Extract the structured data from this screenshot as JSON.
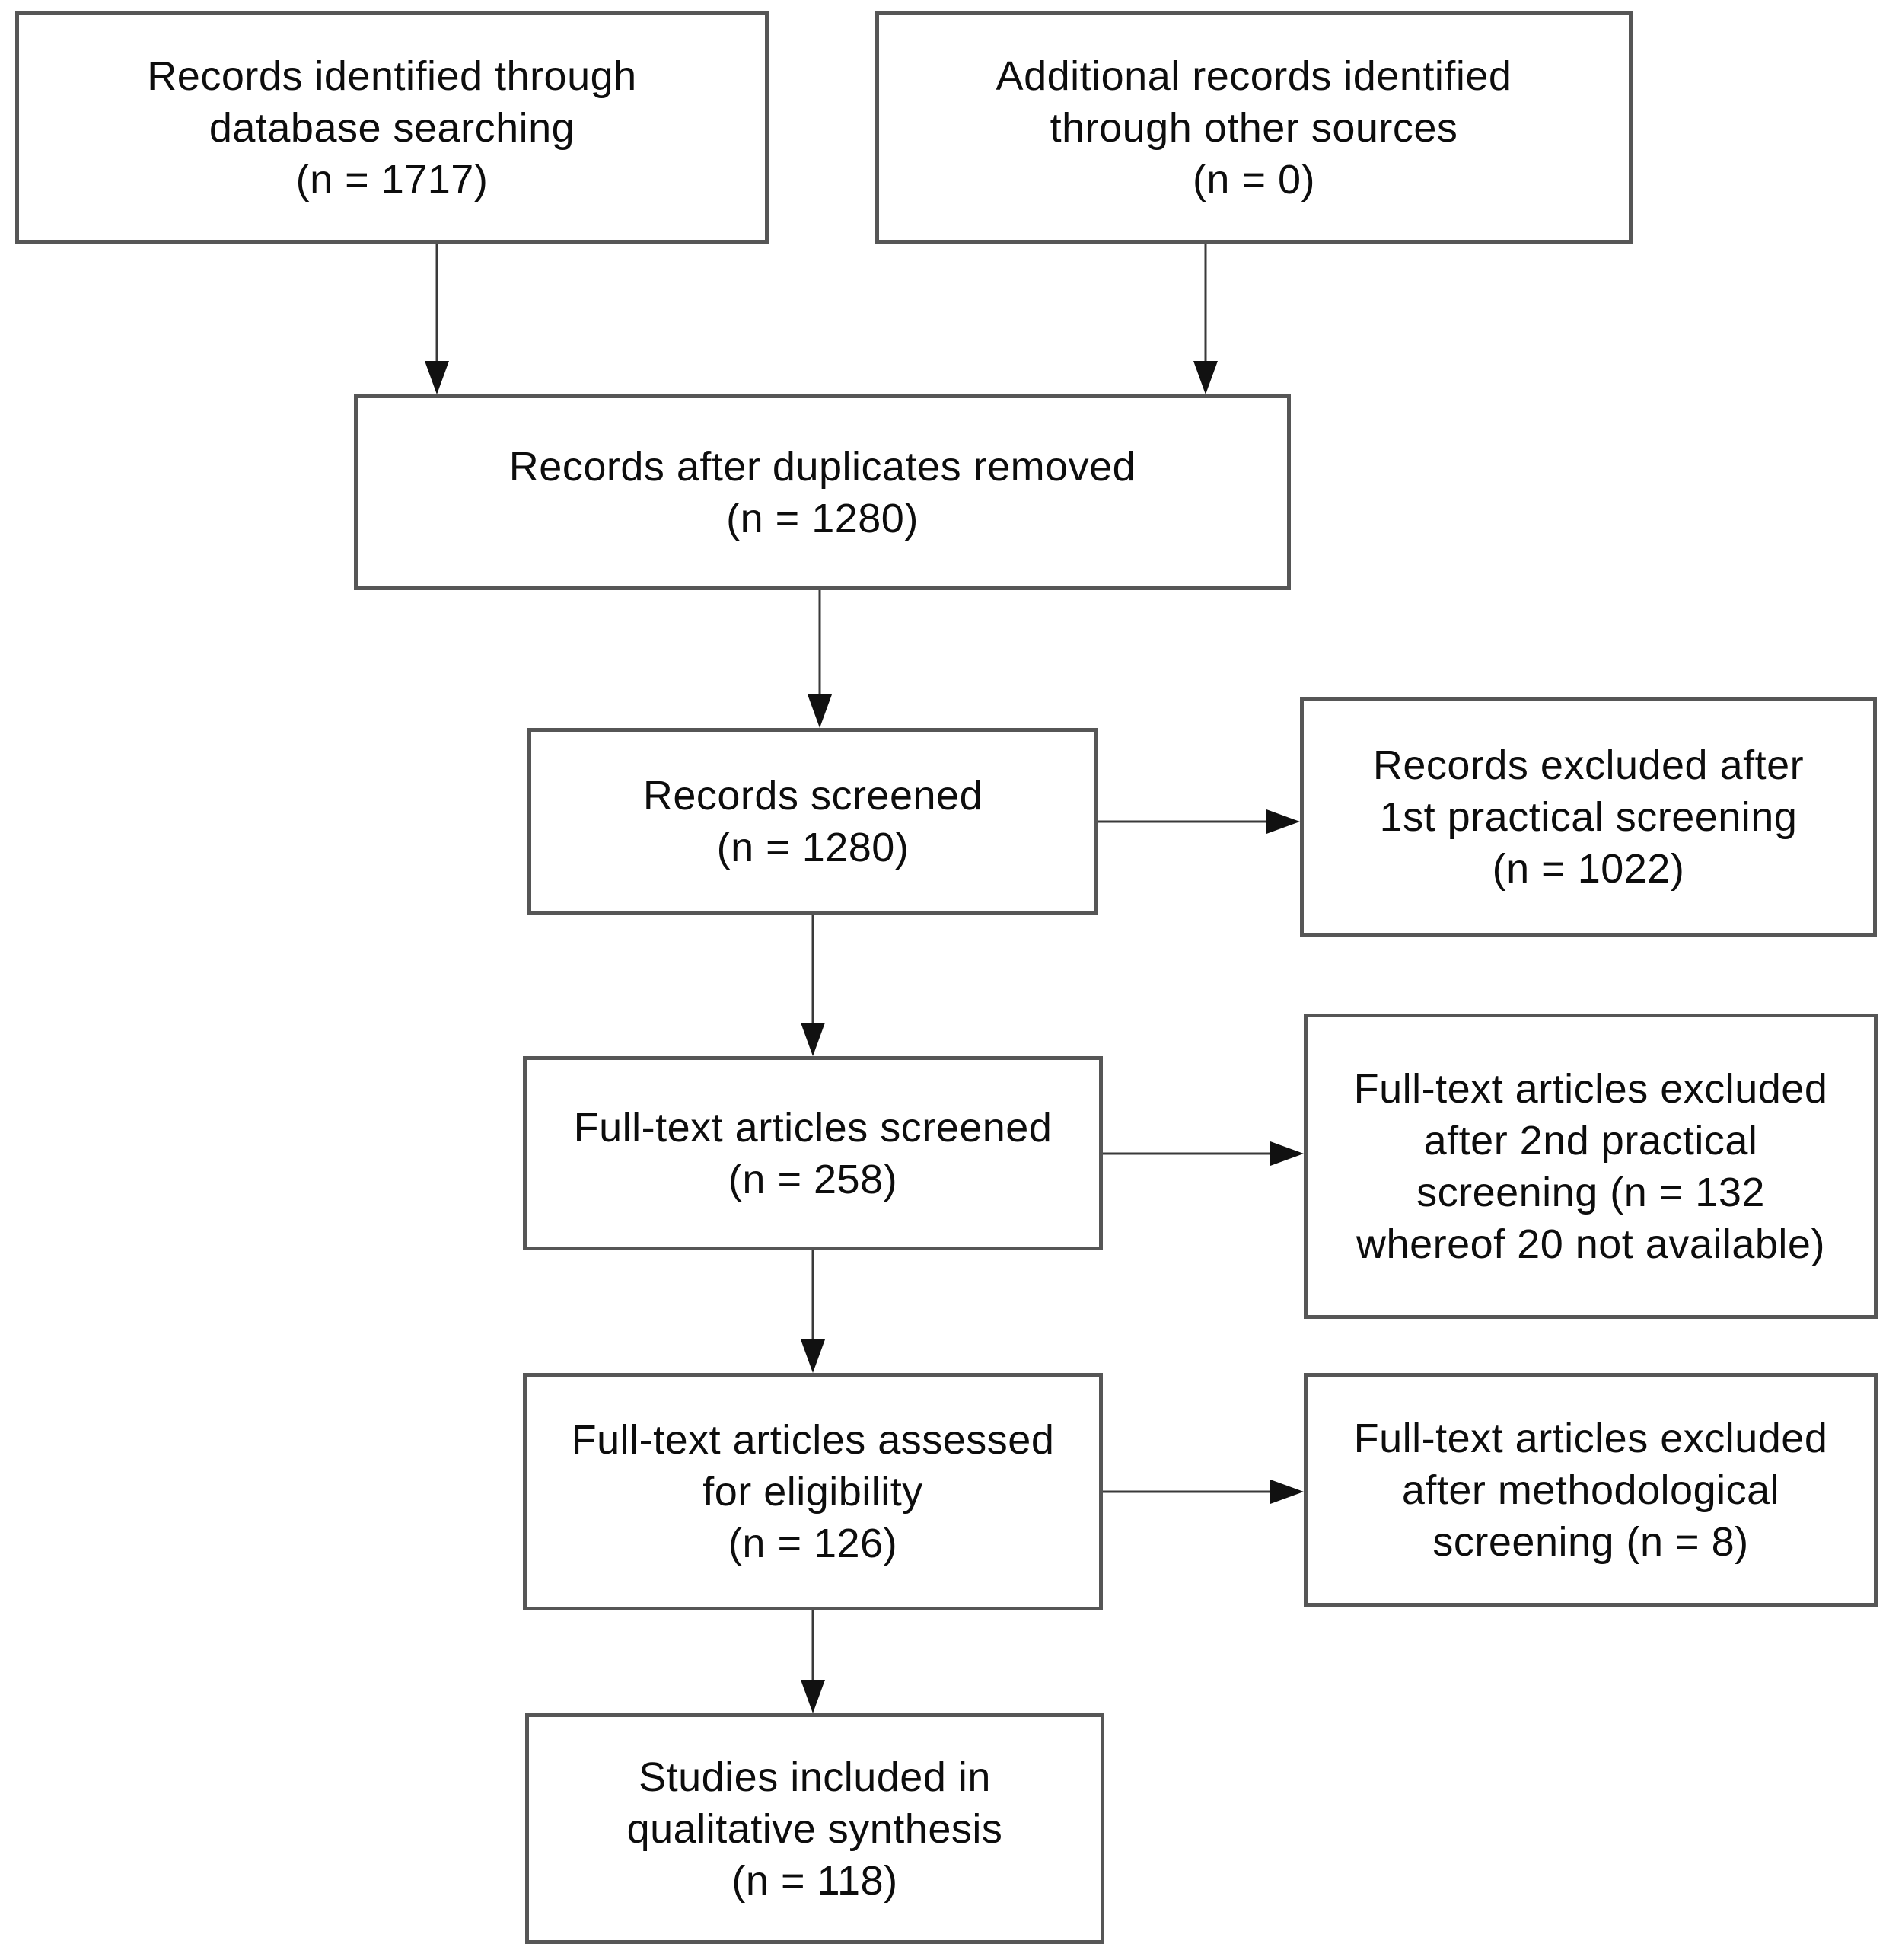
{
  "colors": {
    "background": "#ffffff",
    "box_border": "#565656",
    "text": "#0d0d0d",
    "arrow": "#111111"
  },
  "boxes": {
    "records_identified": {
      "lines": [
        "Records identified through",
        "database searching",
        "(n = 1717)"
      ],
      "n": 1717
    },
    "additional_records": {
      "lines": [
        "Additional records identified",
        "through other sources",
        "(n = 0)"
      ],
      "n": 0
    },
    "after_duplicates": {
      "lines": [
        "Records after duplicates removed",
        "(n = 1280)"
      ],
      "n": 1280
    },
    "records_screened": {
      "lines": [
        "Records screened",
        "(n = 1280)"
      ],
      "n": 1280
    },
    "excluded_first_screening": {
      "lines": [
        "Records excluded after",
        "1st practical screening",
        "(n = 1022)"
      ],
      "n": 1022
    },
    "fulltext_screened": {
      "lines": [
        "Full-text articles screened",
        "(n = 258)"
      ],
      "n": 258
    },
    "excluded_second_screening": {
      "lines": [
        "Full-text articles excluded",
        "after 2nd practical",
        "screening (n = 132",
        "whereof 20 not available)"
      ],
      "n": 132
    },
    "fulltext_assessed": {
      "lines": [
        "Full-text articles assessed",
        "for eligibility",
        "(n = 126)"
      ],
      "n": 126
    },
    "excluded_methodological": {
      "lines": [
        "Full-text articles excluded",
        "after methodological",
        "screening (n = 8)"
      ],
      "n": 8
    },
    "studies_included": {
      "lines": [
        "Studies included in",
        "qualitative synthesis",
        "(n = 118)"
      ],
      "n": 118
    }
  }
}
